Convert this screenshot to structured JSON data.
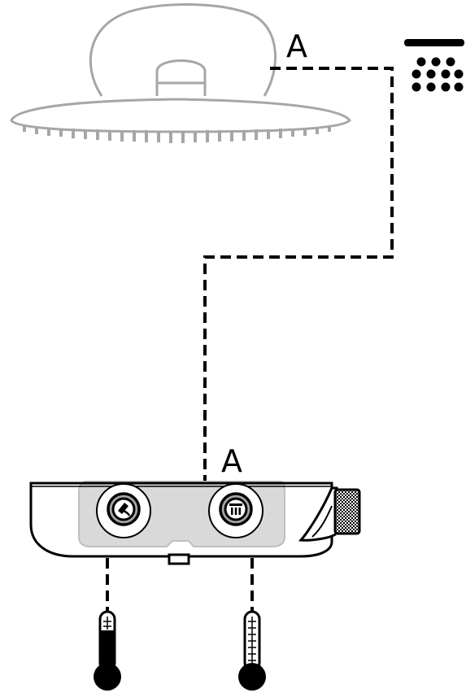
{
  "labels": {
    "connector_top": "A",
    "connector_bottom": "A"
  },
  "icons": {
    "overhead_shower": "shower-head",
    "rain_spray": "rain-shower-icon",
    "valve_left": "handshower-outlet-icon",
    "valve_right": "overhead-shower-outlet-icon",
    "hot_supply": "thermometer-hot-icon",
    "cold_supply": "thermometer-cold-icon"
  },
  "colors": {
    "line": "#000000",
    "outline_gray": "#a6a6a6",
    "body_fill": "#d9d9d9",
    "thermo_hot_fill": "#000000",
    "thermo_cold_fill": "#ffffff"
  }
}
